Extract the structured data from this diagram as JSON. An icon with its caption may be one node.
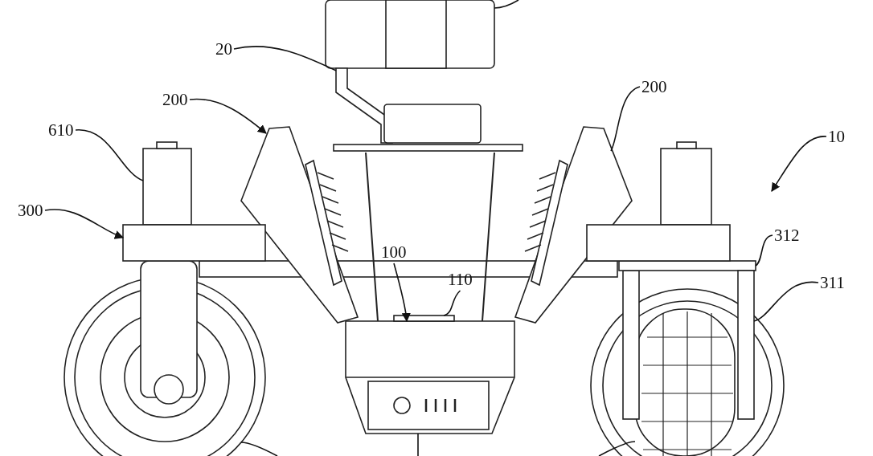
{
  "diagram": {
    "nodes": [
      {
        "text": [
          "20"
        ]
      },
      {
        "text": [
          "200"
        ]
      },
      {
        "text": [
          "200"
        ]
      },
      {
        "text": [
          "610"
        ]
      },
      {
        "text": [
          "10"
        ]
      },
      {
        "text": [
          "300"
        ]
      },
      {
        "text": [
          "312"
        ]
      },
      {
        "text": [
          "311"
        ]
      },
      {
        "text": [
          "100"
        ]
      },
      {
        "text": [
          "110"
        ]
      },
      {
        "text": [],
        "shape": "picture"
      },
      {
        "text": [],
        "shape": "picture"
      },
      {
        "text": [],
        "shape": "picture"
      },
      {
        "text": [],
        "shape": "box"
      },
      {
        "text": [],
        "shape": "box"
      },
      {
        "text": [],
        "shape": "box"
      },
      {
        "text": [],
        "shape": "box"
      },
      {
        "text": [],
        "shape": "picture"
      },
      {
        "text": [],
        "shape": "box"
      },
      {
        "text": [],
        "shape": "picture"
      },
      {
        "text": [],
        "shape": "picture"
      },
      {
        "text": [],
        "shape": "box"
      },
      {
        "text": [],
        "shape": "box"
      }
    ],
    "edges": [
      {
        "from": 0,
        "to": 10,
        "arrow": "none"
      },
      {
        "from": 1,
        "to": 11,
        "arrow": "to"
      },
      {
        "from": 2,
        "to": 12,
        "arrow": "none"
      },
      {
        "from": 3,
        "to": 13,
        "arrow": "none"
      },
      {
        "from": 4,
        "to": null,
        "arrow": "to"
      },
      {
        "from": 5,
        "to": 14,
        "arrow": "to"
      },
      {
        "from": 6,
        "to": 15,
        "arrow": "none"
      },
      {
        "from": 7,
        "to": 16,
        "arrow": "none"
      },
      {
        "from": 8,
        "to": 17,
        "arrow": "to"
      },
      {
        "from": 9,
        "to": 18,
        "arrow": "none"
      },
      {
        "from": null,
        "to": 10,
        "arrow": "none"
      },
      {
        "from": null,
        "to": 19,
        "arrow": "none"
      },
      {
        "from": null,
        "to": 17,
        "arrow": "none"
      },
      {
        "from": null,
        "to": 20,
        "arrow": "none"
      }
    ]
  }
}
